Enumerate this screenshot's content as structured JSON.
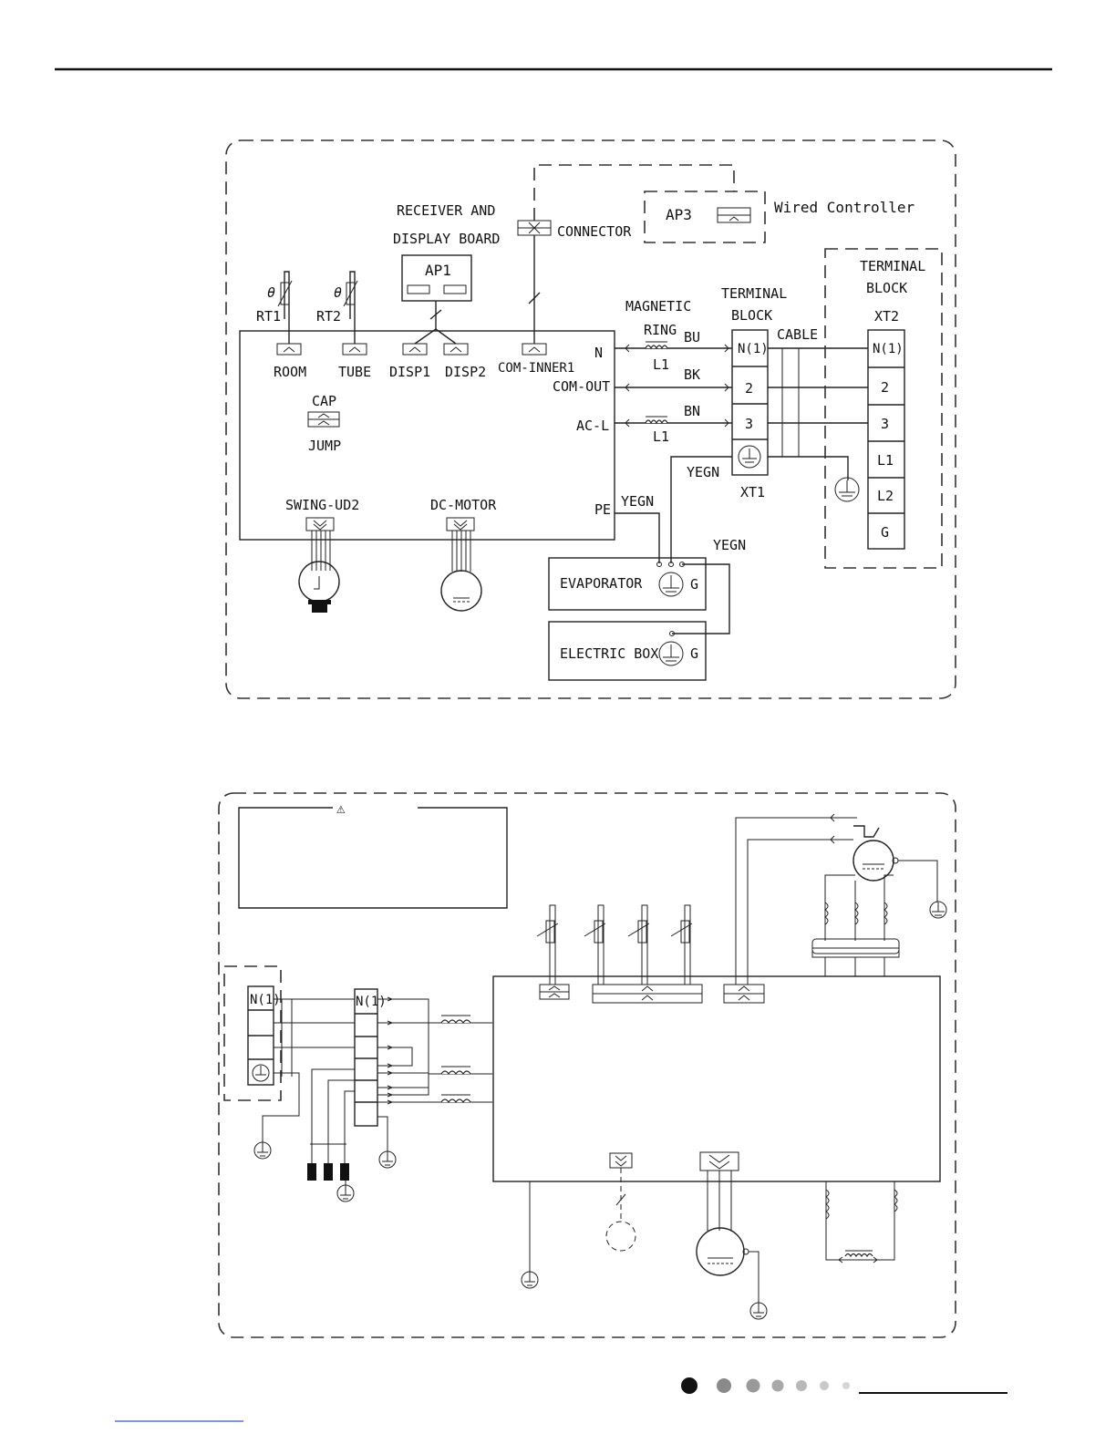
{
  "diagram1": {
    "labels": {
      "receiver_l1": "RECEIVER AND",
      "receiver_l2": "DISPLAY BOARD",
      "ap1": "AP1",
      "connector": "CONNECTOR",
      "ap3": "AP3",
      "wired_controller": "Wired Controller",
      "terminal_block_xt2_l1": "TERMINAL",
      "terminal_block_xt2_l2": "BLOCK",
      "xt2": "XT2",
      "magnetic": "MAGNETIC",
      "ring": "RING",
      "terminal_l1": "TERMINAL",
      "terminal_l2": "BLOCK",
      "cable": "CABLE",
      "theta1": "θ",
      "theta2": "θ",
      "rt1": "RT1",
      "rt2": "RT2",
      "room": "ROOM",
      "tube": "TUBE",
      "disp1": "DISP1",
      "disp2": "DISP2",
      "com_inner1": "COM-INNER1",
      "n": "N",
      "com_out": "COM-OUT",
      "ac_l": "AC-L",
      "pe": "PE",
      "cap": "CAP",
      "jump": "JUMP",
      "swing": "SWING-UD2",
      "dc_motor": "DC-MOTOR",
      "bu": "BU",
      "bk": "BK",
      "bn": "BN",
      "l1_top": "L1",
      "l1_bot": "L1",
      "yegn1": "YEGN",
      "yegn2": "YEGN",
      "yegn3": "YEGN",
      "xt1": "XT1",
      "evaporator": "EVAPORATOR",
      "electric_box": "ELECTRIC BOX",
      "g1": "G",
      "g2": "G"
    },
    "xt1_terminals": [
      "N(1)",
      "2",
      "3"
    ],
    "xt2_terminals": [
      "N(1)",
      "2",
      "3",
      "L1",
      "L2",
      "G"
    ]
  },
  "diagram2": {
    "warning_symbol": "⚠",
    "left_terminals": [
      "N(1)"
    ],
    "right_terminals": [
      "N(1)"
    ]
  },
  "pagination": {
    "dots": 7
  }
}
